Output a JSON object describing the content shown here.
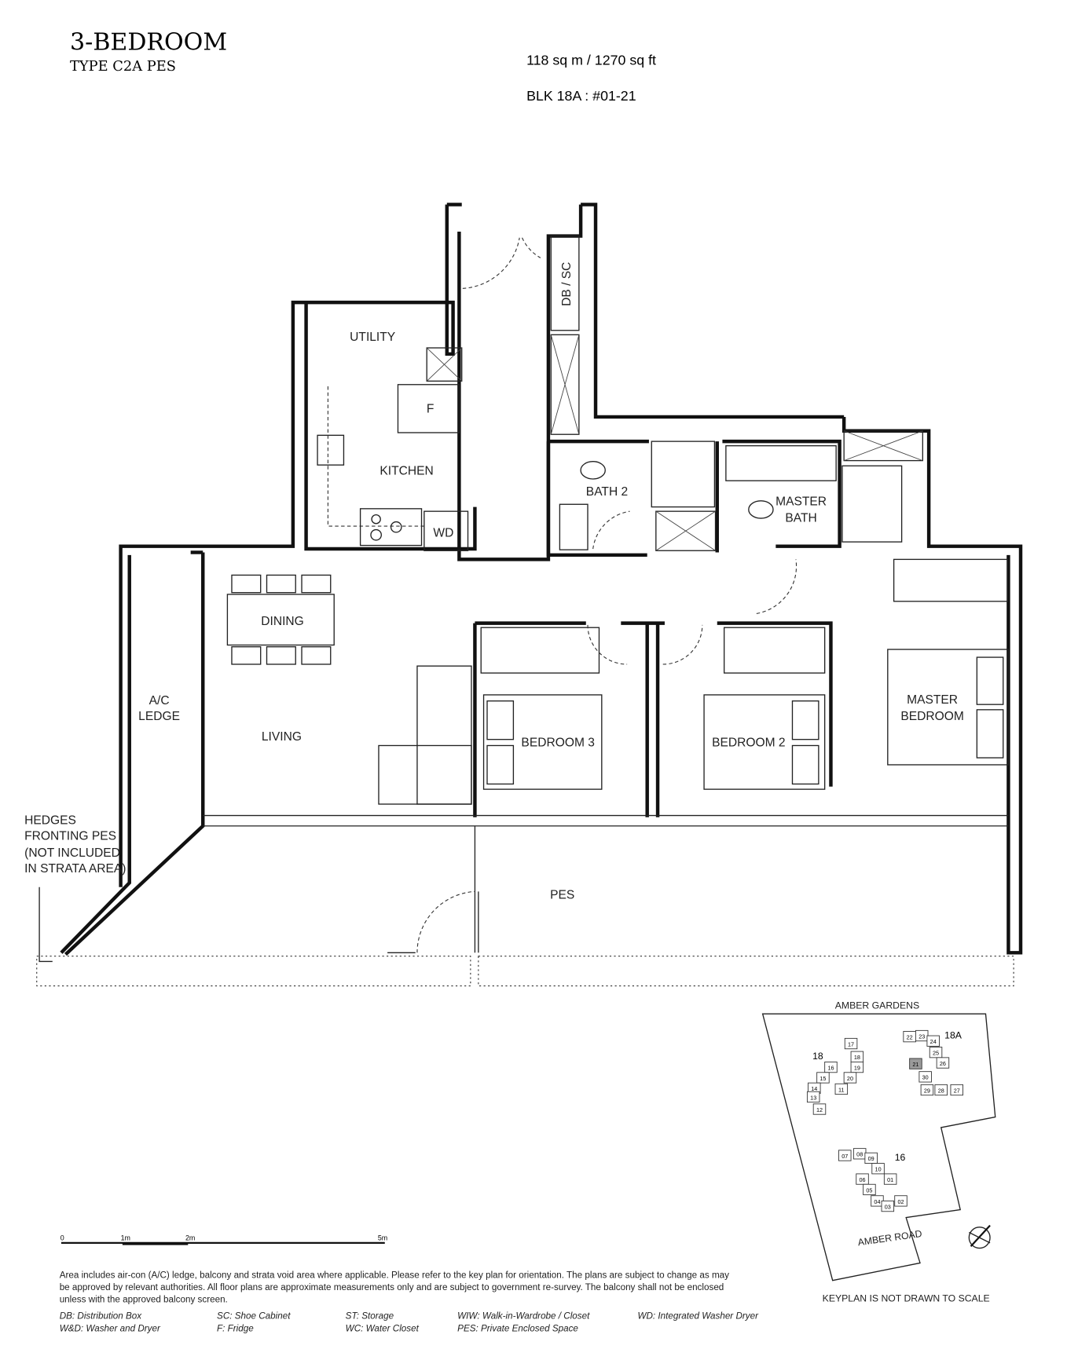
{
  "header": {
    "title": "3-BEDROOM",
    "type": "TYPE C2A PES",
    "area": "118 sq m / 1270 sq ft",
    "unit": "BLK 18A : #01-21"
  },
  "rooms": {
    "utility": "UTILITY",
    "fridge": "F",
    "kitchen": "KITCHEN",
    "wd": "WD",
    "dbsc": "DB / SC",
    "bath2": "BATH 2",
    "master_bath_1": "MASTER",
    "master_bath_2": "BATH",
    "dining": "DINING",
    "living": "LIVING",
    "ac_1": "A/C",
    "ac_2": "LEDGE",
    "bedroom3": "BEDROOM 3",
    "bedroom2": "BEDROOM 2",
    "master_bed_1": "MASTER",
    "master_bed_2": "BEDROOM",
    "pes": "PES"
  },
  "hedges_note": [
    "HEDGES",
    "FRONTING PES",
    "(NOT INCLUDED",
    "IN STRATA AREA)"
  ],
  "scale_bar": [
    "0",
    "1m",
    "2m",
    "5m"
  ],
  "keyplan": {
    "top_road": "AMBER GARDENS",
    "bottom_road": "AMBER ROAD",
    "blocks": [
      "18",
      "18A",
      "16"
    ],
    "units_18": [
      "17",
      "18",
      "16",
      "19",
      "15",
      "20",
      "14",
      "11",
      "13",
      "12"
    ],
    "units_18a": [
      "22",
      "23",
      "24",
      "25",
      "21",
      "26",
      "30",
      "29",
      "28",
      "27"
    ],
    "units_16": [
      "07",
      "08",
      "09",
      "10",
      "06",
      "01",
      "05",
      "04",
      "03",
      "02"
    ],
    "highlighted_unit": "21",
    "highlight_color": "#9a9a9a",
    "caption": "KEYPLAN IS NOT DRAWN TO SCALE"
  },
  "disclaimer": [
    "Area includes air-con (A/C) ledge, balcony and strata void area where applicable. Please refer to the key plan for orientation. The plans are subject to change as may",
    "be approved by relevant authorities. All floor plans are approximate measurements only and are subject to government re-survey. The balcony shall not be enclosed",
    "unless with the approved balcony screen."
  ],
  "legend": [
    "DB: Distribution Box",
    "SC: Shoe Cabinet",
    "ST: Storage",
    "WIW: Walk-in-Wardrobe / Closet",
    "WD: Integrated Washer Dryer",
    "W&D: Washer and Dryer",
    "F: Fridge",
    "WC: Water Closet",
    "PES: Private Enclosed Space"
  ]
}
